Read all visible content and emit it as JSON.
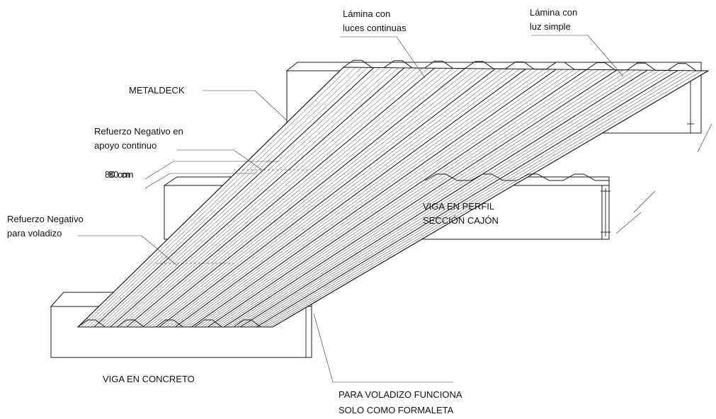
{
  "diagram": {
    "labels": {
      "lamina_continua_1": "Lámina con",
      "lamina_continua_2": "luces continuas",
      "lamina_simple_1": "Lámina con",
      "lamina_simple_2": "luz simple",
      "metaldeck": "METALDECK",
      "refuerzo_apoyo_1": "Refuerzo Negativo en",
      "refuerzo_apoyo_2": "apoyo continuo",
      "dimension_a": "80 cm",
      "dimension_b": "80 cm",
      "refuerzo_voladizo_1": "Refuerzo Negativo",
      "refuerzo_voladizo_2": "para voladizo",
      "viga_perfil_1": "VIGA EN PERFIL",
      "viga_perfil_2": "SECCIÓN CAJÓN",
      "viga_concreto": "VIGA EN CONCRETO",
      "voladizo_1": "PARA VOLADIZO FUNCIONA",
      "voladizo_2": "SOLO COMO FORMALETA"
    },
    "colors": {
      "line": "#1a1a1a",
      "background": "#ffffff"
    }
  }
}
